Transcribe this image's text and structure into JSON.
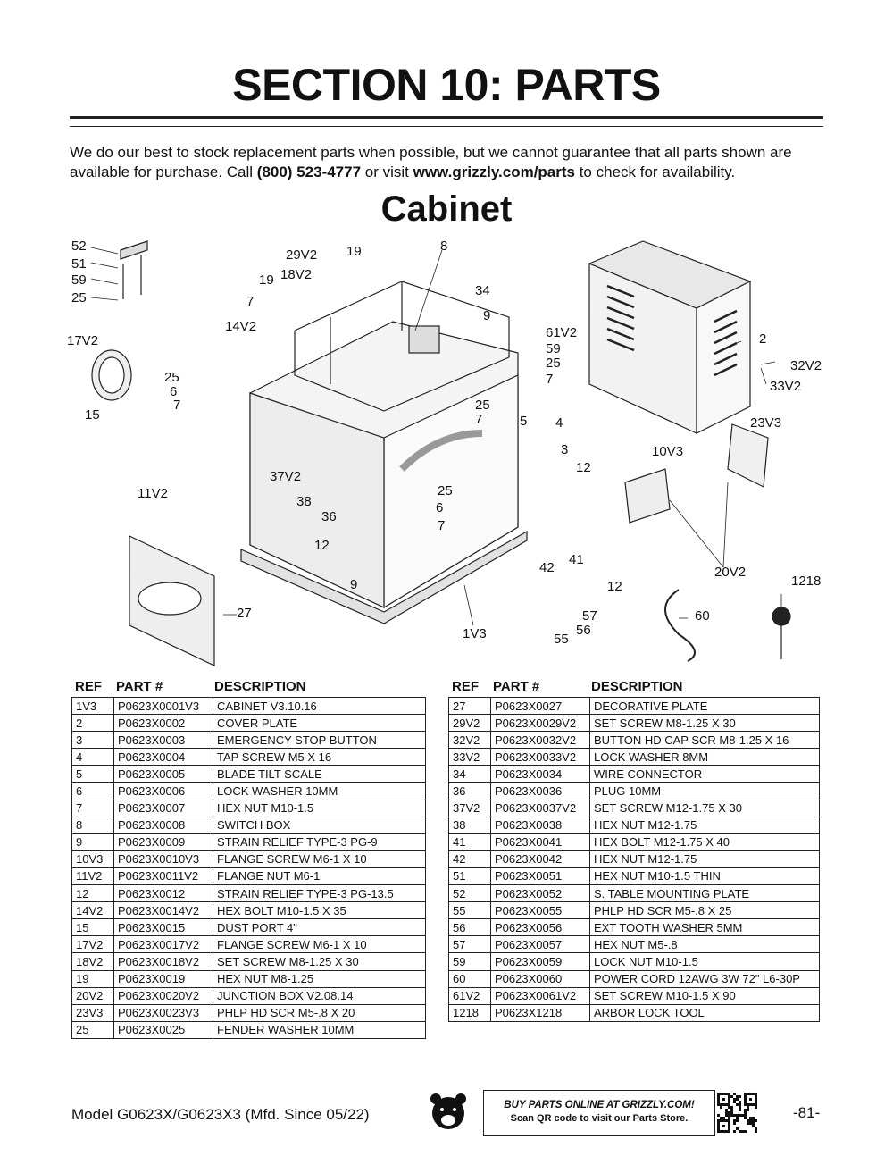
{
  "header": {
    "section_title": "SECTION 10: PARTS",
    "intro_part1": "We do our best to stock replacement parts when possible, but we cannot guarantee that all parts shown are available for purchase. Call ",
    "phone": "(800) 523-4777",
    "intro_part2": " or visit ",
    "website": "www.grizzly.com/parts",
    "intro_part3": " to check for availability.",
    "subtitle": "Cabinet"
  },
  "diagram_labels": [
    "52",
    "51",
    "59",
    "25",
    "29V2",
    "19",
    "8",
    "19",
    "18V2",
    "34",
    "7",
    "9",
    "61V2",
    "59",
    "25",
    "7",
    "14V2",
    "17V2",
    "2",
    "32V2",
    "33V2",
    "25",
    "6",
    "7",
    "15",
    "25",
    "7",
    "5",
    "4",
    "23V3",
    "3",
    "10V3",
    "12",
    "37V2",
    "11V2",
    "38",
    "25",
    "6",
    "7",
    "36",
    "12",
    "41",
    "42",
    "12",
    "20V2",
    "9",
    "1218",
    "27",
    "57",
    "60",
    "1V3",
    "56",
    "55"
  ],
  "table_headers": {
    "ref": "REF",
    "part": "PART #",
    "description": "DESCRIPTION"
  },
  "parts_left": [
    {
      "ref": "1V3",
      "part": "P0623X0001V3",
      "desc": "CABINET V3.10.16"
    },
    {
      "ref": "2",
      "part": "P0623X0002",
      "desc": "COVER PLATE"
    },
    {
      "ref": "3",
      "part": "P0623X0003",
      "desc": "EMERGENCY STOP BUTTON"
    },
    {
      "ref": "4",
      "part": "P0623X0004",
      "desc": "TAP SCREW M5 X 16"
    },
    {
      "ref": "5",
      "part": "P0623X0005",
      "desc": "BLADE TILT SCALE"
    },
    {
      "ref": "6",
      "part": "P0623X0006",
      "desc": "LOCK WASHER 10MM"
    },
    {
      "ref": "7",
      "part": "P0623X0007",
      "desc": "HEX NUT M10-1.5"
    },
    {
      "ref": "8",
      "part": "P0623X0008",
      "desc": "SWITCH BOX"
    },
    {
      "ref": "9",
      "part": "P0623X0009",
      "desc": "STRAIN RELIEF TYPE-3 PG-9"
    },
    {
      "ref": "10V3",
      "part": "P0623X0010V3",
      "desc": "FLANGE SCREW M6-1 X 10"
    },
    {
      "ref": "11V2",
      "part": "P0623X0011V2",
      "desc": "FLANGE NUT M6-1"
    },
    {
      "ref": "12",
      "part": "P0623X0012",
      "desc": "STRAIN RELIEF TYPE-3 PG-13.5"
    },
    {
      "ref": "14V2",
      "part": "P0623X0014V2",
      "desc": "HEX BOLT M10-1.5 X 35"
    },
    {
      "ref": "15",
      "part": "P0623X0015",
      "desc": "DUST PORT 4\""
    },
    {
      "ref": "17V2",
      "part": "P0623X0017V2",
      "desc": "FLANGE SCREW M6-1 X 10"
    },
    {
      "ref": "18V2",
      "part": "P0623X0018V2",
      "desc": "SET SCREW M8-1.25 X 30"
    },
    {
      "ref": "19",
      "part": "P0623X0019",
      "desc": "HEX NUT M8-1.25"
    },
    {
      "ref": "20V2",
      "part": "P0623X0020V2",
      "desc": "JUNCTION BOX V2.08.14"
    },
    {
      "ref": "23V3",
      "part": "P0623X0023V3",
      "desc": "PHLP HD SCR M5-.8 X 20"
    },
    {
      "ref": "25",
      "part": "P0623X0025",
      "desc": "FENDER WASHER 10MM"
    }
  ],
  "parts_right": [
    {
      "ref": "27",
      "part": "P0623X0027",
      "desc": "DECORATIVE PLATE"
    },
    {
      "ref": "29V2",
      "part": "P0623X0029V2",
      "desc": "SET SCREW M8-1.25 X 30"
    },
    {
      "ref": "32V2",
      "part": "P0623X0032V2",
      "desc": "BUTTON HD CAP SCR M8-1.25 X 16"
    },
    {
      "ref": "33V2",
      "part": "P0623X0033V2",
      "desc": "LOCK WASHER 8MM"
    },
    {
      "ref": "34",
      "part": "P0623X0034",
      "desc": "WIRE CONNECTOR"
    },
    {
      "ref": "36",
      "part": "P0623X0036",
      "desc": "PLUG 10MM"
    },
    {
      "ref": "37V2",
      "part": "P0623X0037V2",
      "desc": "SET SCREW M12-1.75 X 30"
    },
    {
      "ref": "38",
      "part": "P0623X0038",
      "desc": "HEX NUT M12-1.75"
    },
    {
      "ref": "41",
      "part": "P0623X0041",
      "desc": "HEX BOLT M12-1.75 X 40"
    },
    {
      "ref": "42",
      "part": "P0623X0042",
      "desc": "HEX NUT M12-1.75"
    },
    {
      "ref": "51",
      "part": "P0623X0051",
      "desc": "HEX NUT M10-1.5 THIN"
    },
    {
      "ref": "52",
      "part": "P0623X0052",
      "desc": "S. TABLE MOUNTING PLATE"
    },
    {
      "ref": "55",
      "part": "P0623X0055",
      "desc": "PHLP HD SCR M5-.8 X 25"
    },
    {
      "ref": "56",
      "part": "P0623X0056",
      "desc": "EXT TOOTH WASHER 5MM"
    },
    {
      "ref": "57",
      "part": "P0623X0057",
      "desc": "HEX NUT M5-.8"
    },
    {
      "ref": "59",
      "part": "P0623X0059",
      "desc": "LOCK NUT M10-1.5"
    },
    {
      "ref": "60",
      "part": "P0623X0060",
      "desc": "POWER CORD 12AWG 3W 72\" L6-30P"
    },
    {
      "ref": "61V2",
      "part": "P0623X0061V2",
      "desc": "SET SCREW M10-1.5 X 90"
    },
    {
      "ref": "1218",
      "part": "P0623X1218",
      "desc": "ARBOR LOCK TOOL"
    }
  ],
  "footer": {
    "model": "Model G0623X/G0623X3 (Mfd. Since 05/22)",
    "buy_line1": "BUY PARTS ONLINE AT GRIZZLY.COM!",
    "buy_line2": "Scan QR code to visit our Parts Store.",
    "page_number": "-81-",
    "logo_icon": "grizzly-bear-icon",
    "qr_icon": "qr-code-icon"
  }
}
